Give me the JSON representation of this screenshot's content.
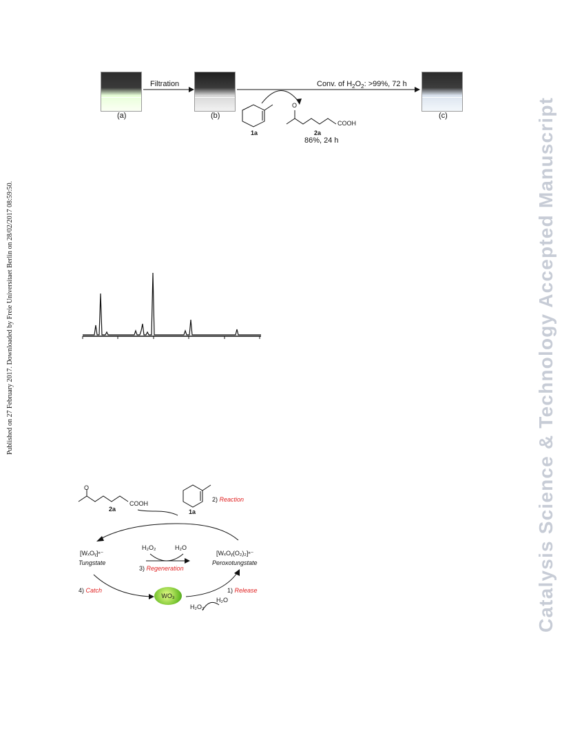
{
  "side_note": "Published on 27 February 2017. Downloaded by Freie Universitaet Berlin on 28/02/2017 08:59:50.",
  "watermark": "Catalysis Science & Technology Accepted Manuscript",
  "figure1": {
    "filtration": "Filtration",
    "conversion_prefix": "Conv. of H",
    "conversion_sub": "2",
    "conversion_mid": "O",
    "conversion_sub2": "2",
    "conversion_suffix": ": >99%, 72 h",
    "label_a": "(a)",
    "label_b": "(b)",
    "label_c": "(c)",
    "compound_1a": "1a",
    "compound_2a": "2a",
    "ketone_o": "O",
    "acid": "COOH",
    "yield": "86%, 24 h"
  },
  "cycle": {
    "compound_2a": "2a",
    "acid": "COOH",
    "ketone_o": "O",
    "compound_1a": "1a",
    "step_reaction_num": "2)",
    "step_reaction": "Reaction",
    "tungstate_formula": "[WₓOᵧ]ⁿ⁻",
    "tungstate_name": "Tungstate",
    "peroxo_formula": "[WₓOᵧ(O₂)₂]ⁿ⁻",
    "peroxo_name": "Peroxotungstate",
    "h2o2_top": "H₂O₂",
    "h2o_top": "H₂O",
    "step_regen_num": "3)",
    "step_regen": "Regeneration",
    "step_catch_num": "4)",
    "step_catch": "Catch",
    "wo3": "WO₃",
    "step_release_num": "1)",
    "step_release": "Release",
    "h2o2_bottom": "H₂O₂",
    "h2o_bottom": "H₂O"
  }
}
